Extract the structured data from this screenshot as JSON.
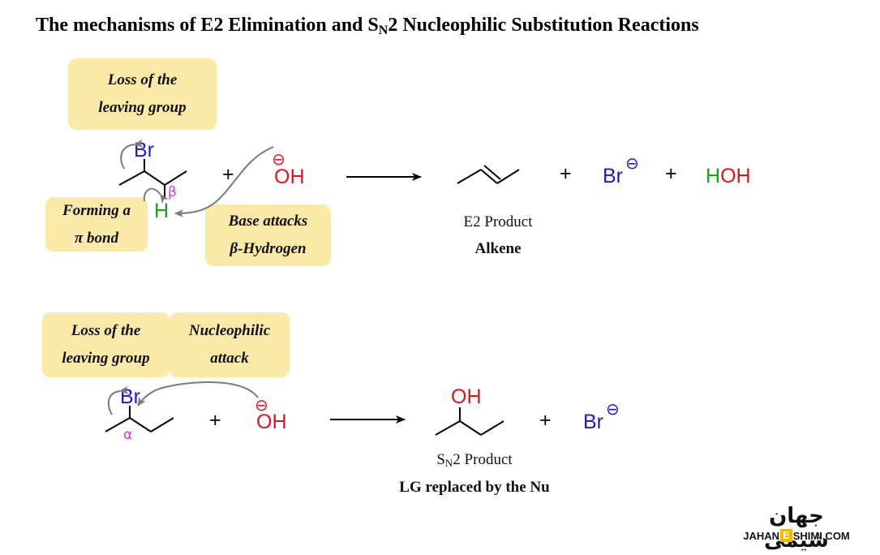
{
  "title": {
    "prefix": "The mechanisms of E2 Elimination and S",
    "subscript": "N",
    "suffix": "2 Nucleophilic Substitution Reactions"
  },
  "e2": {
    "note_loss": [
      "Loss of the",
      "leaving group"
    ],
    "note_pi": [
      "Forming a",
      "π bond"
    ],
    "note_base": [
      "Base attacks",
      "β-Hydrogen"
    ],
    "labels": {
      "br": "Br",
      "h": "H",
      "beta": "β",
      "plus": "+",
      "minus": "⊖",
      "oh": "OH",
      "br_product": "Br",
      "hoh_h": "H",
      "hoh_oh": "OH"
    },
    "product_caption": "E2 Product",
    "product_name": "Alkene"
  },
  "sn2": {
    "note_loss": [
      "Loss of the",
      "leaving group"
    ],
    "note_nuc": [
      "Nucleophilic",
      "attack"
    ],
    "labels": {
      "br": "Br",
      "alpha": "α",
      "plus": "+",
      "minus": "⊖",
      "oh": "OH",
      "oh_product": "OH",
      "br_product": "Br"
    },
    "product_caption_prefix": "S",
    "product_caption_sub": "N",
    "product_caption_suffix": "2 Product",
    "product_name": "LG replaced by the Nu"
  },
  "logo": {
    "main": "جهان شیمی",
    "sub_left": "JAHAN",
    "sub_mid": "E",
    "sub_right": "SHIMI.COM"
  },
  "colors": {
    "bromine": "#1a1ad6",
    "oxygen": "#e8101a",
    "hydrogen": "#17a317",
    "greek": "#d633d6",
    "arrow": "#7a7a7a",
    "note_bg": "#fbe9a8",
    "logo_accent": "#f2b705"
  }
}
